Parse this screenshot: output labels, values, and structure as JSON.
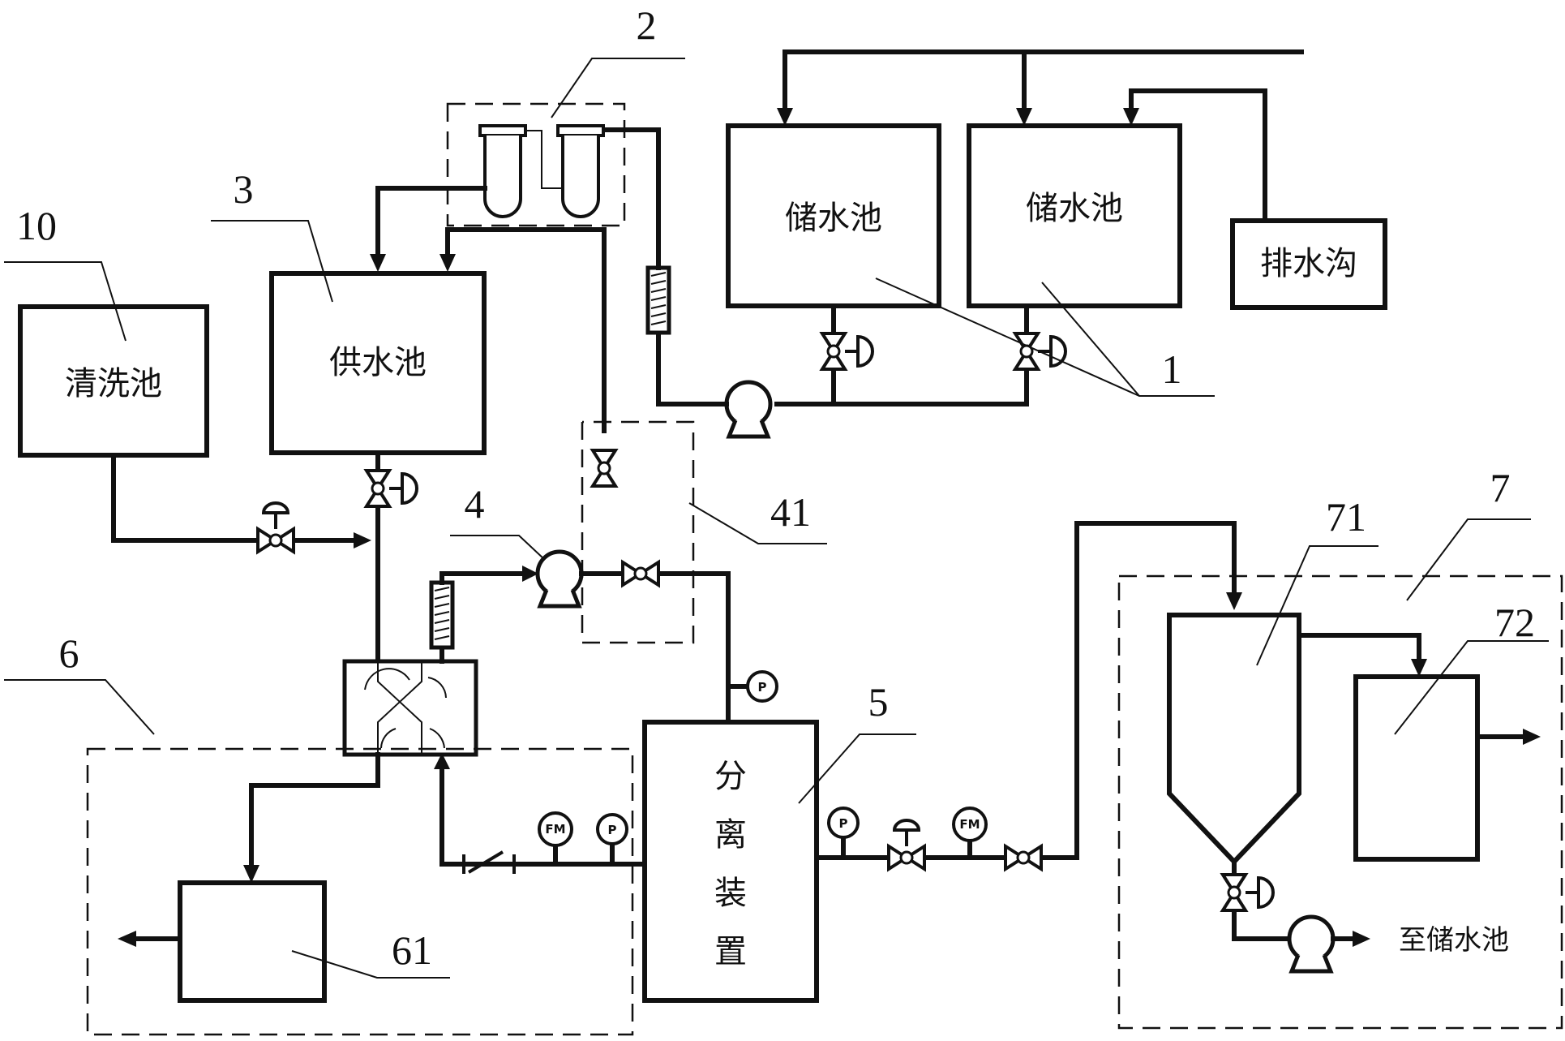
{
  "tanks": {
    "storage_1": "储水池",
    "storage_2": "储水池",
    "drain": "排水沟",
    "cleaning": "清洗池",
    "supply": "供水池",
    "separator": [
      "分",
      "离",
      "装",
      "置"
    ]
  },
  "callouts": {
    "c1": "1",
    "c2": "2",
    "c3": "3",
    "c4": "4",
    "c41": "41",
    "c5": "5",
    "c6": "6",
    "c61": "61",
    "c7": "7",
    "c71": "71",
    "c72": "72",
    "c10": "10"
  },
  "gauges": {
    "pressure": "P",
    "flowmeter": "FM"
  },
  "outlet_text": "至储水池"
}
